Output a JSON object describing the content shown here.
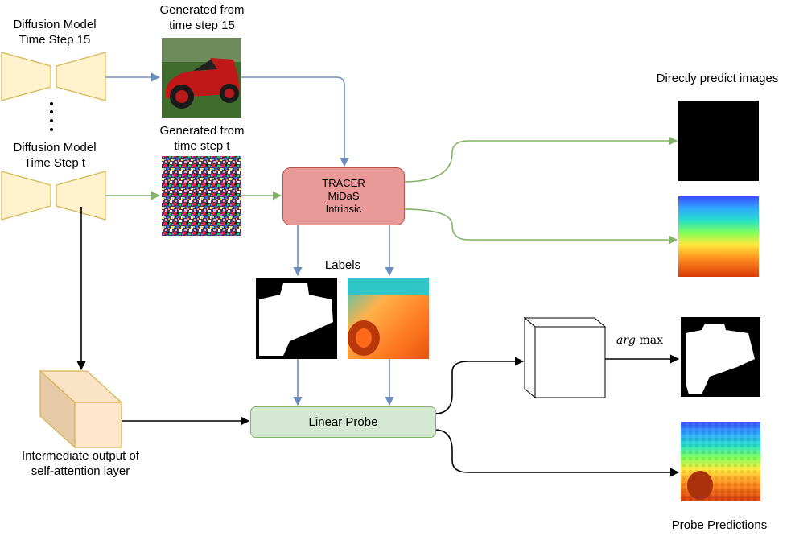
{
  "labels": {
    "model_15": [
      "Diffusion Model",
      "Time Step 15"
    ],
    "model_t": [
      "Diffusion Model",
      "Time Step t"
    ],
    "gen_15": [
      "Generated from",
      "time step 15"
    ],
    "gen_t": [
      "Generated from",
      "time step t"
    ],
    "directly_predict": "Directly predict images",
    "labels_title": "Labels",
    "intermediate": [
      "Intermediate output of",
      "self-attention layer"
    ],
    "probe_predictions": "Probe Predictions",
    "argmax_arg": "arg",
    "argmax_max": "max"
  },
  "tracer_box": [
    "TRACER",
    "MiDaS",
    "Intrinsic"
  ],
  "linear_probe": "Linear Probe",
  "colors": {
    "blue_arrow": "#6c8ebf",
    "green_arrow": "#82b366",
    "black_arrow": "#000000",
    "encoder_fill": "#fff2cc",
    "encoder_stroke": "#d6b656",
    "tracer_fill": "#ea9999",
    "probe_fill": "#d5e8d4"
  }
}
